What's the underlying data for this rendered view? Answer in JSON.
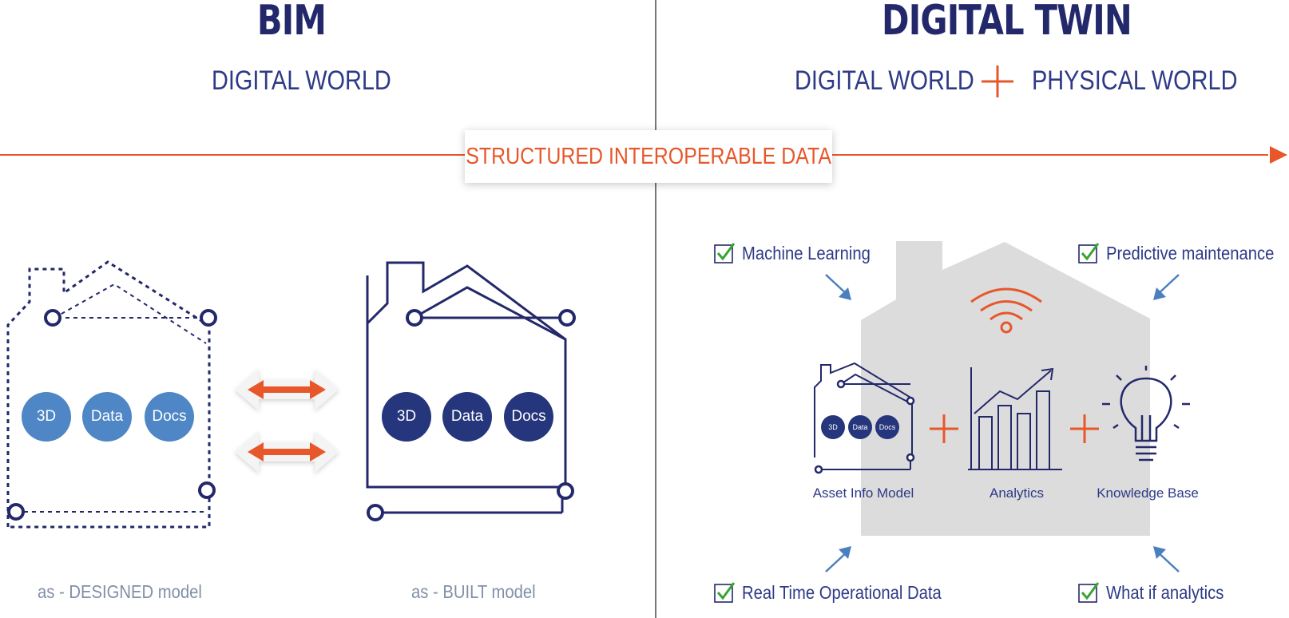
{
  "left": {
    "title": "BIM",
    "subtitle": "DIGITAL WORLD",
    "designed_model": {
      "circles": [
        "3D",
        "Data",
        "Docs"
      ],
      "caption": "as - DESIGNED model"
    },
    "built_model": {
      "circles": [
        "3D",
        "Data",
        "Docs"
      ],
      "caption": "as - BUILT model"
    }
  },
  "right": {
    "title": "DIGITAL TWIN",
    "subtitle_left": "DIGITAL WORLD",
    "subtitle_right": "PHYSICAL WORLD",
    "features": {
      "top_left": "Machine Learning",
      "top_right": "Predictive maintenance",
      "bottom_left": "Real Time Operational Data",
      "bottom_right": "What if analytics"
    },
    "components": {
      "asset": {
        "label": "Asset Info Model",
        "circles": [
          "3D",
          "Data",
          "Docs"
        ]
      },
      "analytics": {
        "label": "Analytics"
      },
      "knowledge": {
        "label": "Knowledge Base"
      }
    }
  },
  "banner": {
    "text": "STRUCTURED INTEROPERABLE DATA"
  },
  "colors": {
    "navy": "#23286b",
    "blue_text": "#2e3a87",
    "orange": "#e8572a",
    "light_circle": "#4f86c6",
    "dark_circle": "#25367c",
    "check_green": "#3aa335",
    "arrow_blue": "#4a7fc1",
    "house_gray": "#dcdcdc"
  },
  "icons": [
    "check-icon",
    "wifi-icon",
    "bar-chart-icon",
    "lightbulb-icon",
    "plus-icon",
    "arrow-icon"
  ]
}
